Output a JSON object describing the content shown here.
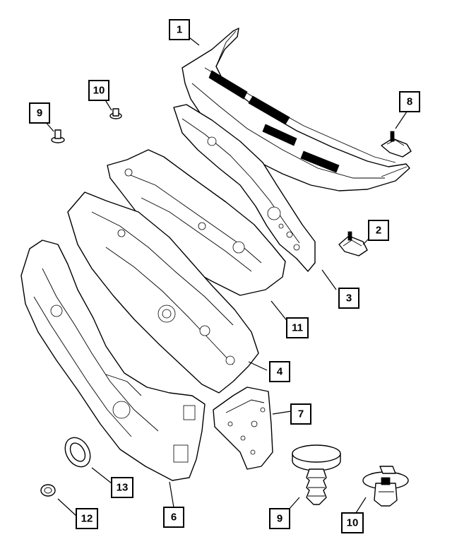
{
  "diagram": {
    "callouts": [
      "1",
      "2",
      "3",
      "4",
      "6",
      "7",
      "8",
      "9",
      "9",
      "10",
      "10",
      "11",
      "12",
      "13"
    ]
  },
  "colors": {
    "line": "#000000",
    "background": "#ffffff"
  }
}
